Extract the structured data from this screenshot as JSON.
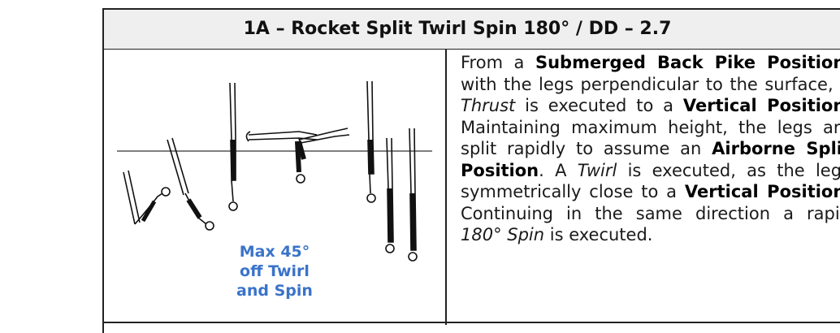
{
  "header": {
    "title": "1A – Rocket Split Twirl Spin 180° / DD – 2.7"
  },
  "figure": {
    "caption_lines": [
      "Max 45°",
      "off Twirl",
      "and Spin"
    ],
    "caption_color": "#3a73c9"
  },
  "description": {
    "segments": [
      {
        "text": "From a ",
        "style": "normal"
      },
      {
        "text": "Submerged Back Pike Position",
        "style": "bold"
      },
      {
        "text": ", with the legs perpendicular to the surface, a ",
        "style": "normal"
      },
      {
        "text": "Thrust",
        "style": "italic"
      },
      {
        "text": " is executed to a ",
        "style": "normal"
      },
      {
        "text": "Vertical Position",
        "style": "bold"
      },
      {
        "text": ". Maintaining maximum height, the legs are split rapidly to assume an ",
        "style": "normal"
      },
      {
        "text": "Airborne Split Position",
        "style": "bold"
      },
      {
        "text": ". A ",
        "style": "normal"
      },
      {
        "text": "Twirl",
        "style": "italic"
      },
      {
        "text": " is executed, as the legs symmetrically close to a ",
        "style": "normal"
      },
      {
        "text": "Vertical Position",
        "style": "bold"
      },
      {
        "text": ". Continuing in the same direction a rapid ",
        "style": "normal"
      },
      {
        "text": "180° Spin",
        "style": "italic"
      },
      {
        "text": " is executed.",
        "style": "normal"
      }
    ]
  }
}
